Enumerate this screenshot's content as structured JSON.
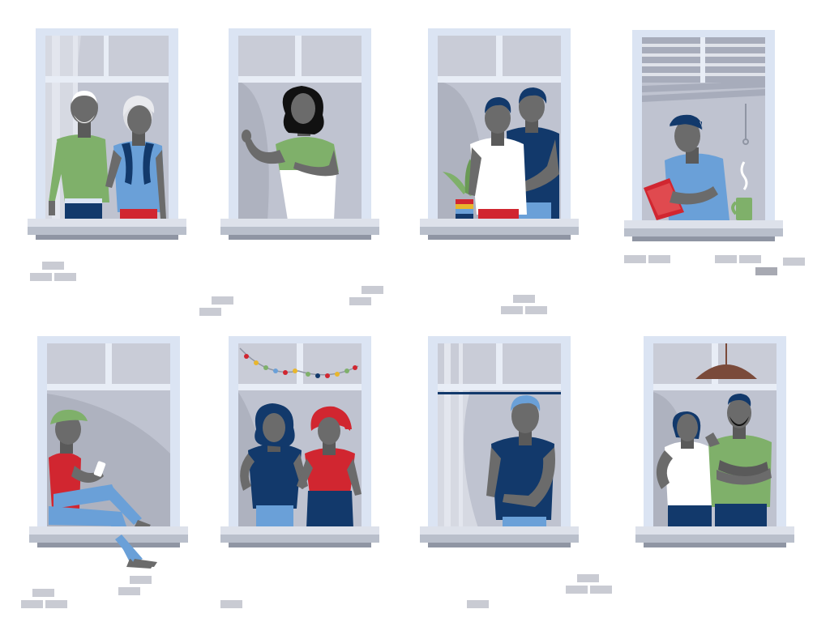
{
  "scene": {
    "description_visible_text": "",
    "palette": {
      "wall": "#ffffff",
      "frame": "#dbe4f3",
      "frame_edge": "#c7d2e6",
      "glass": "#bfc3d0",
      "glass_dark": "#a7acbb",
      "glass_light": "#d6d9e2",
      "sill": "#b9bfcb",
      "sill_shadow": "#8f95a3",
      "brick": "#c9cbd3",
      "brick_dark": "#a7a9b2",
      "skin": "#6b6b6b",
      "skin_dark": "#5a5a5a",
      "hair": "#111111",
      "green": "#7fb06a",
      "blue": "#6aa0d8",
      "navy": "#12396b",
      "red": "#d12630",
      "white": "#ffffff",
      "pot": "#e8b62c",
      "tablet": "#d12630",
      "lamp": "#7a4a3a"
    },
    "windows": [
      {
        "id": "w1",
        "people": [
          "elderly-man",
          "elderly-woman"
        ]
      },
      {
        "id": "w2",
        "people": [
          "waving-woman"
        ]
      },
      {
        "id": "w3",
        "people": [
          "embracing-man",
          "embracing-partner"
        ]
      },
      {
        "id": "w4",
        "people": [
          "man-with-tablet"
        ]
      },
      {
        "id": "w5",
        "people": [
          "sitting-person-with-phone"
        ]
      },
      {
        "id": "w6",
        "people": [
          "woman-navy",
          "woman-red-hair"
        ]
      },
      {
        "id": "w7",
        "people": [
          "standing-man"
        ]
      },
      {
        "id": "w8",
        "people": [
          "woman-white",
          "man-green"
        ]
      }
    ]
  }
}
